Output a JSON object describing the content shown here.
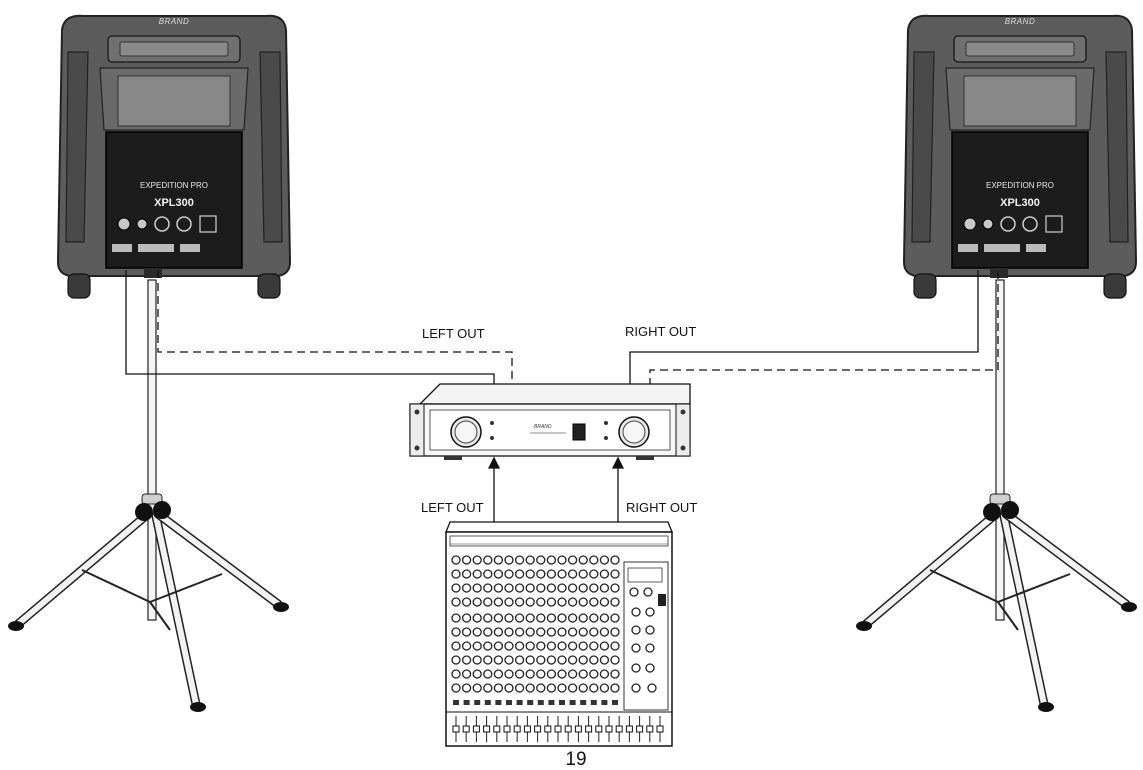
{
  "diagram": {
    "labels": {
      "amp_left_out": "LEFT OUT",
      "amp_right_out": "RIGHT OUT",
      "mixer_left_out": "LEFT OUT",
      "mixer_right_out": "RIGHT OUT"
    },
    "speakers": [
      {
        "brand": "BRAND",
        "model": "EXPEDITION PRO",
        "model_number": "XPL300"
      },
      {
        "brand": "BRAND",
        "model": "EXPEDITION PRO",
        "model_number": "XPL300"
      }
    ],
    "amplifier": {
      "brand": "BRAND"
    },
    "page_number": "19"
  }
}
